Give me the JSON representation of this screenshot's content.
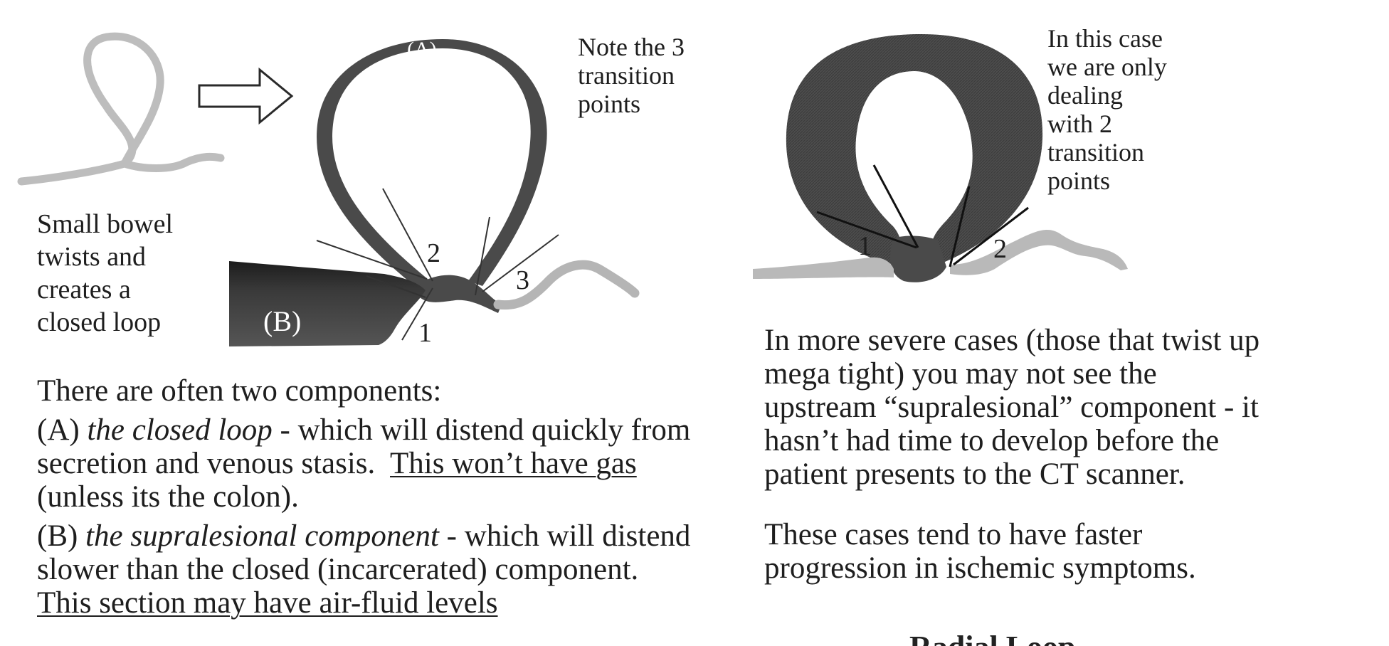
{
  "left": {
    "loop_caption": [
      "Small bowel",
      "twists and",
      "creates a",
      "closed loop"
    ],
    "note_lines": [
      "Note the 3",
      "transition",
      "points"
    ],
    "label_a": "(A)",
    "label_b": "(B)",
    "transition_numbers": [
      "1",
      "2",
      "3"
    ],
    "intro": "There are often two components:",
    "item_a": {
      "prefix": "(A) ",
      "term": "the closed loop",
      "text1": " - which will distend quickly from",
      "line2": "secretion and venous stasis.  ",
      "underlined": "This won’t have gas",
      "line3": "(unless its the colon)."
    },
    "item_b": {
      "prefix": "(B) ",
      "term": "the supralesional component",
      "text1": " - which will distend",
      "line2": "slower than the closed (incarcerated) component.",
      "underlined": "This section may have air-fluid levels"
    }
  },
  "right": {
    "case_lines": [
      "In this case",
      "we are only",
      "dealing",
      "with 2",
      "transition",
      "points"
    ],
    "transition_numbers": [
      "1",
      "2"
    ],
    "severe_lines": [
      "In more severe cases (those that twist up",
      "mega tight) you may not see the",
      "upstream “supralesional” component - it",
      "hasn’t had time to develop before the",
      "patient presents to the CT scanner."
    ],
    "faster_lines": [
      "These cases tend to have faster",
      "progression in ischemic symptoms."
    ],
    "cut_heading": "Radial Loop"
  },
  "colors": {
    "light_bowel": "#b9b9b9",
    "dark_bowel": "#4a4a4a",
    "supralesional": "#3a3a3a",
    "text": "#1e1e1e"
  }
}
